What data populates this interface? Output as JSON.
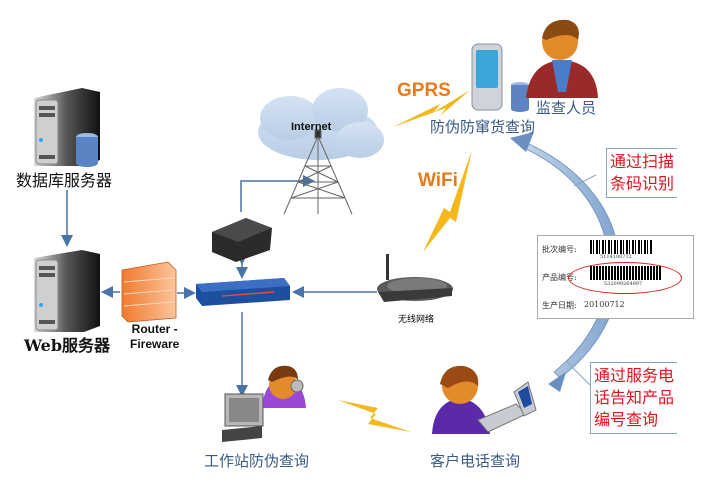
{
  "diagram": {
    "nodes": {
      "db_server": "数据库服务器",
      "web_server": "Web服务器",
      "firewall": "Router -\nFireware",
      "internet": "Internet",
      "wireless": "无线网络",
      "mobile_query": "防伪防窜货查询",
      "inspector": "监查人员",
      "workstation": "工作站防伪查询",
      "customer": "客户电话查询"
    },
    "links": {
      "gprs": "GPRS",
      "wifi": "WiFi"
    },
    "notes": {
      "scan": "通过扫描\n条码识别",
      "phone": "通过服务电\n话告知产品\n编号查询"
    },
    "barcode_card": {
      "batch_label": "批次编号:",
      "batch_number": "5114100712",
      "product_label": "产品编号:",
      "product_number": "532099264997",
      "date_label": "生产日期:",
      "date_value": "20100712"
    },
    "colors": {
      "arrow": "#4a74a8",
      "lightning": "#f4b81c",
      "accent_text": "#e87a1c",
      "note_text": "#e0141e",
      "label_text": "#3a5a86"
    }
  }
}
